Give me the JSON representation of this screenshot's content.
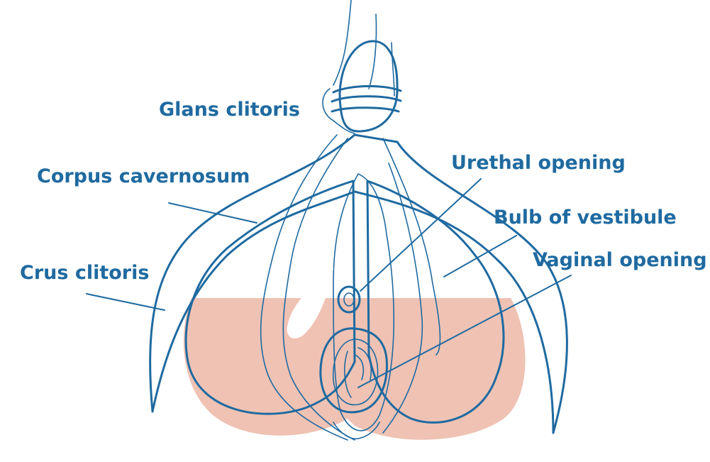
{
  "colors": {
    "outline": "#1f6aa0",
    "text": "#1f6aa0",
    "pink": "#f4bdd0",
    "peach": "#f6c8bc",
    "peach_shadow": "#efc2b4",
    "inner": "#e0a5a0",
    "inner_dark": "#cf8f8b",
    "background": "#ffffff"
  },
  "labels": {
    "glans_clitoris": "Glans clitoris",
    "corpus_cavernosum": "Corpus cavernosum",
    "crus_clitoris": "Crus clitoris",
    "urethal_opening": "Urethal opening",
    "bulb_of_vestibule": "Bulb of vestibule",
    "vaginal_opening": "Vaginal opening"
  }
}
